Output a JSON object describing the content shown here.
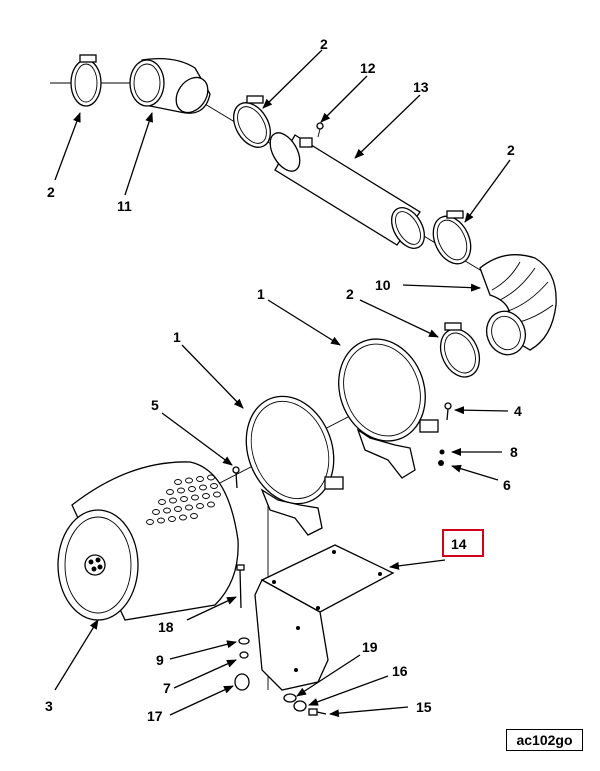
{
  "callouts": {
    "c2a": "2",
    "c2b": "2",
    "c2c": "2",
    "c2d": "2",
    "c12": "12",
    "c13": "13",
    "c11": "11",
    "c10": "10",
    "c1a": "1",
    "c1b": "1",
    "c5": "5",
    "c4": "4",
    "c8": "8",
    "c6": "6",
    "c14": "14",
    "c3": "3",
    "c18": "18",
    "c9": "9",
    "c7": "7",
    "c17": "17",
    "c19": "19",
    "c16": "16",
    "c15": "15"
  },
  "highlight_color": "#d0021b",
  "document_code": "ac102go"
}
